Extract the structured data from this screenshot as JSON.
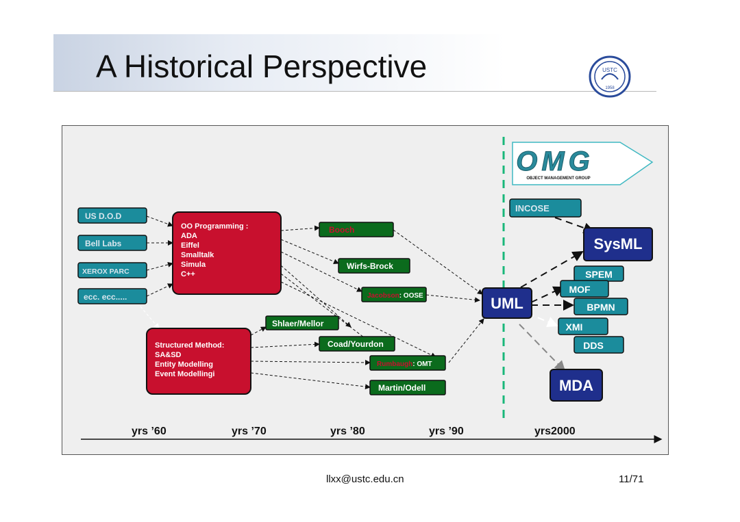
{
  "slide": {
    "title": "A Historical Perspective",
    "footer_email": "llxx@ustc.edu.cn",
    "page_number": "11/71"
  },
  "logo": {
    "top_text": "USTC",
    "year": "1958"
  },
  "omg": {
    "letters": "OMG",
    "caption": "OBJECT MANAGEMENT GROUP"
  },
  "sources": {
    "dod": "US  D.O.D",
    "bell": "Bell Labs",
    "xerox": "XEROX PARC",
    "ecc": "ecc. ecc....."
  },
  "oo_box": {
    "lines": [
      "OO Programming :",
      "ADA",
      "Eiffel",
      "Smalltalk",
      "Simula",
      "C++"
    ]
  },
  "sm_box": {
    "lines": [
      "Structured Method:",
      "SA&SD",
      "Entity Modelling",
      "Event Modellingi"
    ]
  },
  "methods": {
    "booch": "Booch",
    "wirfs": "Wirfs-Brock",
    "jacobson_name": "Jacobson",
    "jacobson_suffix": ": OOSE",
    "shlaer": "Shlaer/Mellor",
    "coad": "Coad/Yourdon",
    "rumbaugh_name": "Rumbaugh",
    "rumbaugh_suffix": ": OMT",
    "martin": "Martin/Odell"
  },
  "uml": "UML",
  "standards": {
    "incose": "INCOSE",
    "sysml": "SysML",
    "spem": "SPEM",
    "mof": "MOF",
    "bpmn": "BPMN",
    "xmi": "XMI",
    "dds": "DDS",
    "mda": "MDA"
  },
  "timeline": [
    "yrs ’60",
    "yrs ’70",
    "yrs ’80",
    "yrs ’90",
    "yrs2000"
  ],
  "colors": {
    "red_box": "#c8102e",
    "green_box": "#0b6b1d",
    "blue_box": "#1f2f8c",
    "teal_box": "#1b8c9c",
    "dashed_divider": "#19b77a"
  }
}
